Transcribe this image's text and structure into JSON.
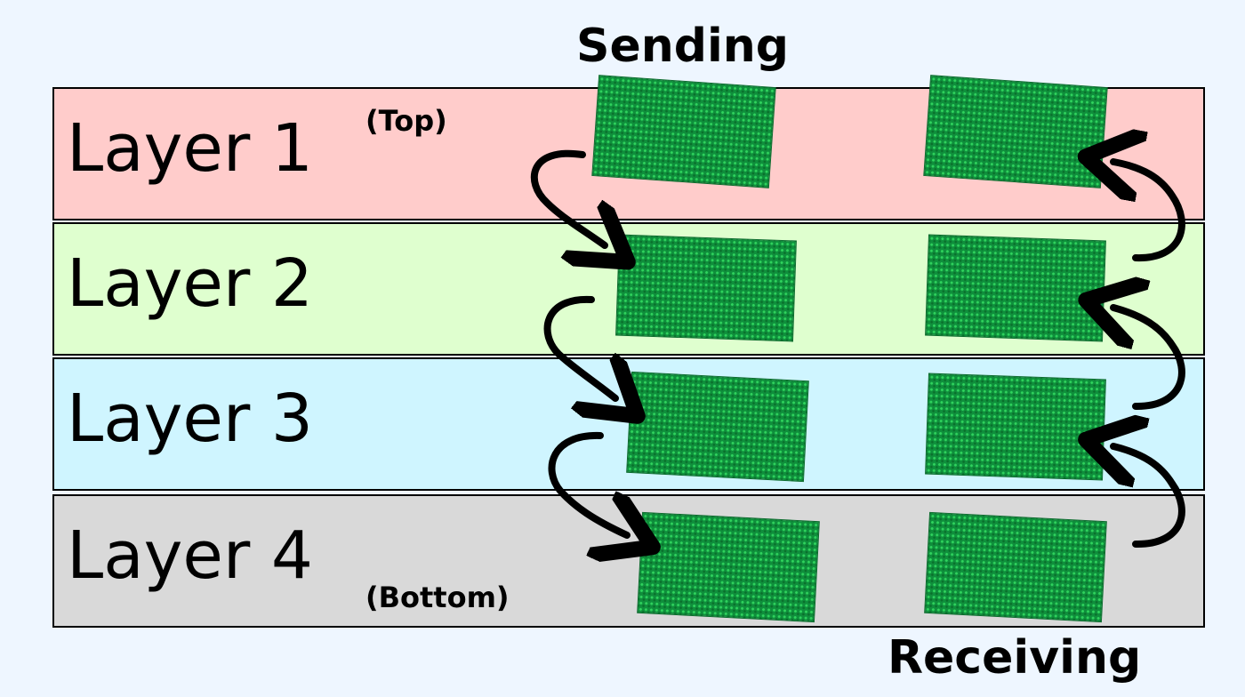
{
  "diagram": {
    "sending_label": "Sending",
    "receiving_label": "Receiving",
    "layers": [
      {
        "label": "Layer 1",
        "note": "(Top)",
        "color": "#ffcccb"
      },
      {
        "label": "Layer 2",
        "note": "",
        "color": "#dfffcf"
      },
      {
        "label": "Layer 3",
        "note": "",
        "color": "#cff5ff"
      },
      {
        "label": "Layer 4",
        "note": "(Bottom)",
        "color": "#d9d9d9"
      }
    ],
    "packet_color": "#0f8f3c",
    "flow": {
      "sending": "top-to-bottom",
      "receiving": "bottom-to-top"
    }
  }
}
